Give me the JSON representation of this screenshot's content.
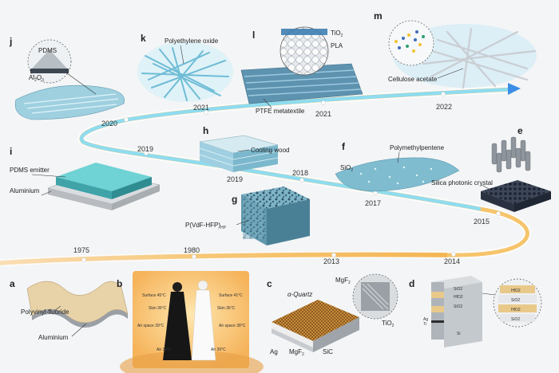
{
  "timeline": {
    "years": [
      "1975",
      "1980",
      "2013",
      "2014",
      "2015",
      "2017",
      "2018",
      "2019",
      "2019",
      "2020",
      "2021",
      "2021",
      "2022"
    ],
    "colors": {
      "cool": "#7fd6ee",
      "mid": "#b9e6f2",
      "warm": "#f6c46b",
      "hot": "#f19a5c",
      "arrow": "#3a8ee6"
    }
  },
  "panels": {
    "a": {
      "letter": "a",
      "labels": [
        "Polyvinyl-fluoride",
        "Aluminium"
      ]
    },
    "b": {
      "letter": "b",
      "labels": [
        "Surface 45°C",
        "Surface 41°C",
        "Skin 36°C",
        "Skin 36°C",
        "Air space 39°C",
        "Air space 38°C",
        "Air 39°C",
        "Air 39°C"
      ]
    },
    "c": {
      "letter": "c",
      "quartz": "α-Quartz",
      "mgf2_top": "MgF",
      "mgf2_top_sub": "2",
      "ag": "Ag",
      "mgf2_bottom": "MgF",
      "mgf2_bottom_sub": "2",
      "sic": "SiC",
      "tio2": "TiO",
      "tio2_sub": "2"
    },
    "d": {
      "letter": "d",
      "layers": [
        "HfO2",
        "SiO2",
        "HfO2",
        "SiO2"
      ],
      "stack_labels": [
        "SiO2",
        "HfO2",
        "SiO2",
        "Ag",
        "Ti",
        "Si"
      ]
    },
    "e": {
      "letter": "e",
      "labels": [
        "Silica photonic crystal"
      ]
    },
    "f": {
      "letter": "f",
      "polymer": "Polymethylpentene",
      "sio2": "SiO",
      "sio2_sub": "2"
    },
    "g": {
      "letter": "g",
      "main": "P(VdF-HFP)",
      "sub": "HP"
    },
    "h": {
      "letter": "h",
      "labels": [
        "Cooling wood"
      ]
    },
    "i": {
      "letter": "i",
      "labels": [
        "PDMS emitter",
        "Aluminium"
      ]
    },
    "j": {
      "letter": "j",
      "pdms": "PDMS",
      "al2o3": "Al",
      "al2o3_sub": "2",
      "al2o3_tail": "O",
      "al2o3_sub2": "3"
    },
    "k": {
      "letter": "k",
      "labels": [
        "Polyethylene oxide"
      ]
    },
    "l": {
      "letter": "l",
      "tio2": "TiO",
      "tio2_sub": "2",
      "pla": "PLA",
      "ptfe": "PTFE metatextile"
    },
    "m": {
      "letter": "m",
      "labels": [
        "Cellulose acetate"
      ]
    }
  }
}
